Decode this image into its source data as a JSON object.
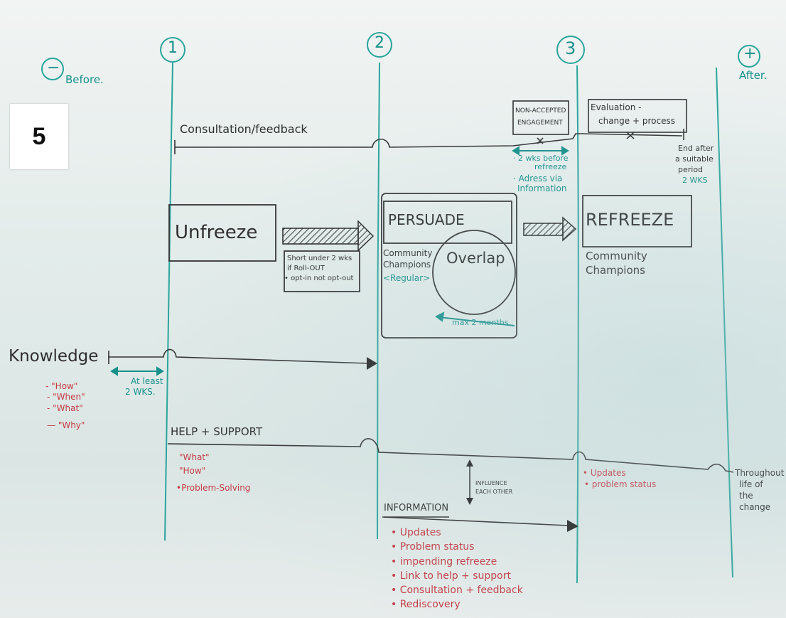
{
  "badge": "5",
  "phases": {
    "before_symbol": "−",
    "before_label": "Before.",
    "p1": "1",
    "p2": "2",
    "p3": "3",
    "after_symbol": "+",
    "after_label": "After."
  },
  "consultation": {
    "label": "Consultation/feedback",
    "non_accepted": [
      "NON-ACCEPTED",
      "ENGAGEMENT"
    ],
    "evaluation": [
      "Evaluation -",
      "change + process"
    ],
    "two_wks_note": [
      "· 2 wks before",
      "refreeze"
    ],
    "address_note": [
      "· Adress via",
      "Information"
    ],
    "end_note": [
      "End after",
      "a suitable",
      "period",
      "2 WKS"
    ]
  },
  "stages": {
    "unfreeze": "Unfreeze",
    "unfreeze_note": [
      "Short under 2 wks",
      "if Roll-OUT",
      "• opt-in not opt-out"
    ],
    "persuade": "PERSUADE",
    "overlap": "Overlap",
    "cc_persuade": [
      "Community",
      "Champions"
    ],
    "regular": "<Regular>",
    "max_months": "max 2 months",
    "refreeze": "REFREEZE",
    "cc_refreeze": [
      "Community",
      "Champions"
    ]
  },
  "knowledge": {
    "label": "Knowledge",
    "at_least": [
      "At least",
      "2 WKS."
    ],
    "items": [
      "- \"How\"",
      "- \"When\"",
      "- \"What\"",
      "— \"Why\""
    ]
  },
  "help": {
    "label": "HELP + SUPPORT",
    "items": [
      "\"What\"",
      "\"How\"",
      "•Problem-Solving"
    ],
    "influence": [
      "INFLUENCE",
      "EACH OTHER"
    ],
    "updates": [
      "• Updates",
      "• problem status"
    ],
    "throughout": [
      "Throughout",
      "life of",
      "the",
      "change"
    ]
  },
  "information": {
    "label": "INFORMATION",
    "items": [
      "• Updates",
      "• Problem status",
      "• impending refreeze",
      "• Link to help + support",
      "• Consultation + feedback",
      "• Rediscovery"
    ]
  }
}
